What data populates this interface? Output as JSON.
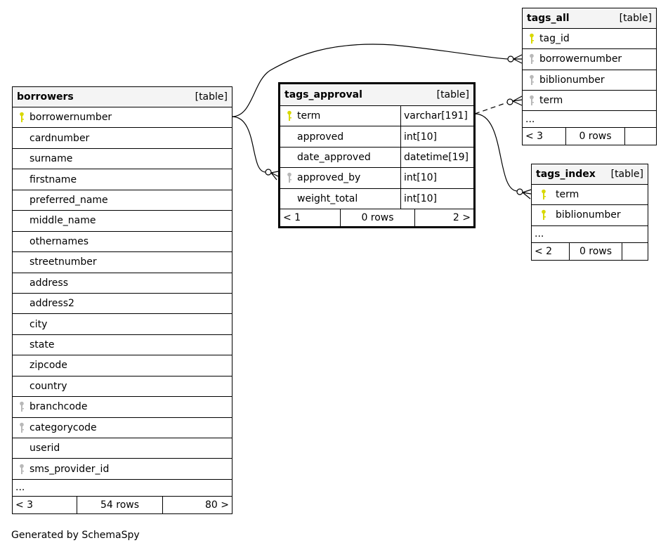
{
  "colors": {
    "primary_key": "#d8d800",
    "foreign_key": "#b8b8b8"
  },
  "tables": {
    "borrowers": {
      "name": "borrowers",
      "kind": "[table]",
      "columns": [
        {
          "name": "borrowernumber",
          "key": "primary"
        },
        {
          "name": "cardnumber"
        },
        {
          "name": "surname"
        },
        {
          "name": "firstname"
        },
        {
          "name": "preferred_name"
        },
        {
          "name": "middle_name"
        },
        {
          "name": "othernames"
        },
        {
          "name": "streetnumber"
        },
        {
          "name": "address"
        },
        {
          "name": "address2"
        },
        {
          "name": "city"
        },
        {
          "name": "state"
        },
        {
          "name": "zipcode"
        },
        {
          "name": "country"
        },
        {
          "name": "branchcode",
          "key": "foreign"
        },
        {
          "name": "categorycode",
          "key": "foreign"
        },
        {
          "name": "userid"
        },
        {
          "name": "sms_provider_id",
          "key": "foreign"
        }
      ],
      "ellipsis": "...",
      "footer": [
        "< 3",
        "54 rows",
        "80 >"
      ]
    },
    "tags_approval": {
      "name": "tags_approval",
      "kind": "[table]",
      "columns": [
        {
          "name": "term",
          "type": "varchar[191]",
          "key": "primary"
        },
        {
          "name": "approved",
          "type": "int[10]"
        },
        {
          "name": "date_approved",
          "type": "datetime[19]"
        },
        {
          "name": "approved_by",
          "type": "int[10]",
          "key": "foreign"
        },
        {
          "name": "weight_total",
          "type": "int[10]"
        }
      ],
      "footer": [
        "< 1",
        "0 rows",
        "2 >"
      ]
    },
    "tags_all": {
      "name": "tags_all",
      "kind": "[table]",
      "columns": [
        {
          "name": "tag_id",
          "key": "primary"
        },
        {
          "name": "borrowernumber",
          "key": "foreign"
        },
        {
          "name": "biblionumber",
          "key": "foreign"
        },
        {
          "name": "term",
          "key": "foreign"
        }
      ],
      "ellipsis": "...",
      "footer": [
        "< 3",
        "0 rows",
        ""
      ]
    },
    "tags_index": {
      "name": "tags_index",
      "kind": "[table]",
      "columns": [
        {
          "name": "term",
          "key": "primary"
        },
        {
          "name": "biblionumber",
          "key": "primary"
        }
      ],
      "ellipsis": "...",
      "footer": [
        "< 2",
        "0 rows",
        ""
      ]
    }
  },
  "footer_text": "Generated by SchemaSpy"
}
